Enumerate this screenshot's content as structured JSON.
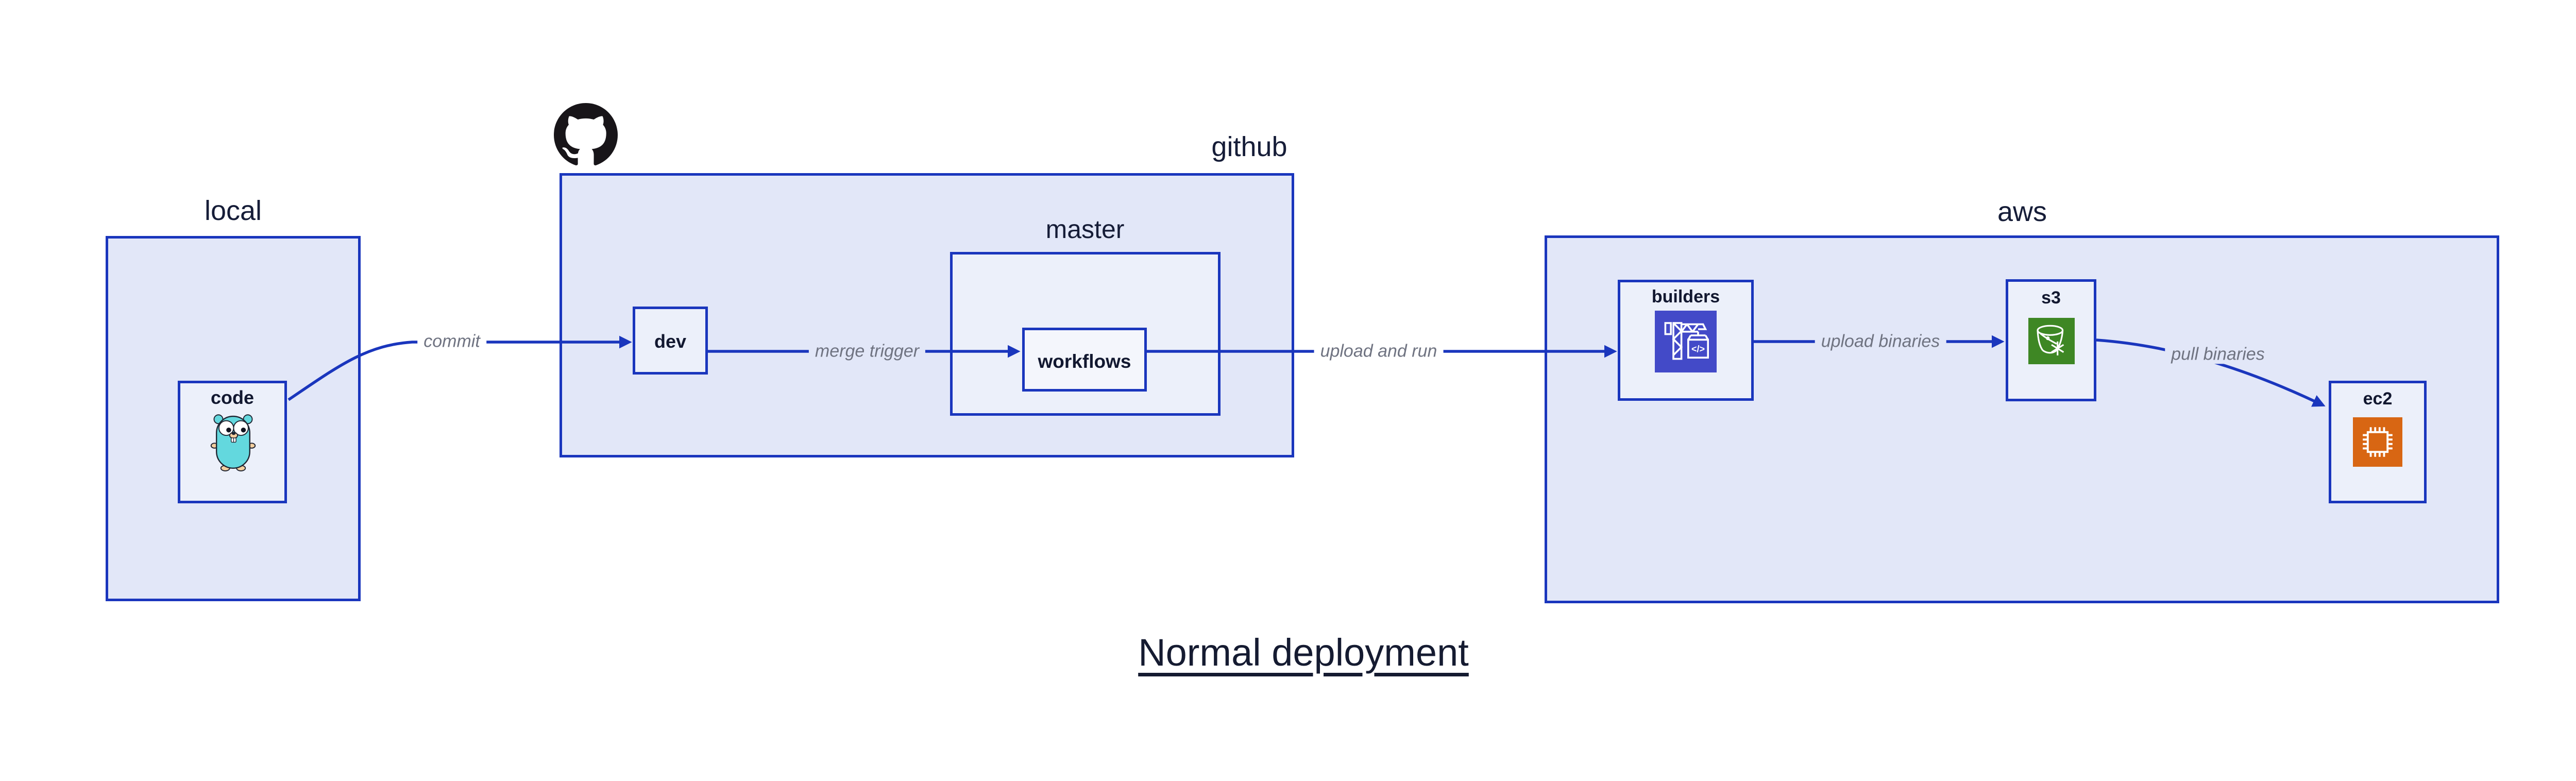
{
  "title": "Normal deployment",
  "groups": {
    "local": {
      "label": "local"
    },
    "github": {
      "label": "github"
    },
    "master": {
      "label": "master"
    },
    "aws": {
      "label": "aws"
    }
  },
  "nodes": {
    "code": {
      "label": "code",
      "icon": "go-gopher-icon"
    },
    "dev": {
      "label": "dev"
    },
    "workflows": {
      "label": "workflows"
    },
    "builders": {
      "label": "builders",
      "icon": "aws-codebuild-icon"
    },
    "s3": {
      "label": "s3",
      "icon": "aws-s3-glacier-icon"
    },
    "ec2": {
      "label": "ec2",
      "icon": "aws-ec2-icon"
    }
  },
  "edges": {
    "commit": {
      "label": "commit",
      "from": "code",
      "to": "dev"
    },
    "merge_trigger": {
      "label": "merge trigger",
      "from": "dev",
      "to": "workflows"
    },
    "upload_and_run": {
      "label": "upload and run",
      "from": "workflows",
      "to": "builders"
    },
    "upload_binaries": {
      "label": "upload binaries",
      "from": "builders",
      "to": "s3"
    },
    "pull_binaries": {
      "label": "pull binaries",
      "from": "s3",
      "to": "ec2"
    }
  },
  "icons": {
    "github_logo": "github-octocat-icon",
    "codebuild_glyph": "</>"
  },
  "colors": {
    "stroke_blue": "#1a36bd",
    "group_fill": "#e2e7f8",
    "node_fill": "#ecf0fa",
    "workflows_fill": "#f4f6fc",
    "label_text": "#121830",
    "edge_label_text": "#6f7381",
    "github_logo": "#181519",
    "gopher_body": "#63d8de",
    "codebuild_bg": "#434ac8",
    "s3_glacier_bg": "#3e8724",
    "ec2_bg": "#d86613"
  }
}
